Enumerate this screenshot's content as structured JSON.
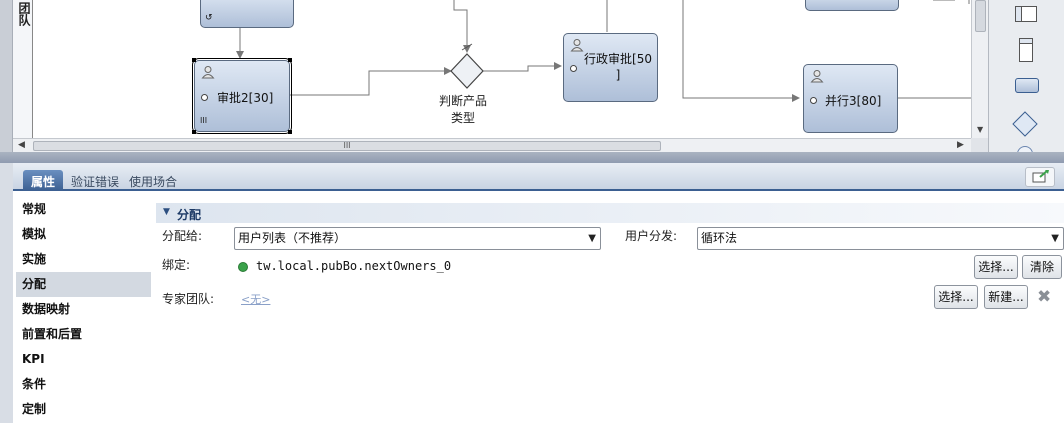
{
  "lane": {
    "title": "团队"
  },
  "diagram": {
    "task_approve2": "审批2[30]",
    "gateway_label": "判断产品\n类型",
    "task_admin": "行政审批[50\n]",
    "task_parallel3": "并行3[80]"
  },
  "scrollbar": {
    "grip": "III"
  },
  "tabs": {
    "properties": "属性",
    "validation": "验证错误",
    "usage": "使用场合"
  },
  "nav": [
    "常规",
    "模拟",
    "实施",
    "分配",
    "数据映射",
    "前置和后置",
    "KPI",
    "条件",
    "定制"
  ],
  "nav_selected": "分配",
  "section": {
    "title": "分配"
  },
  "assign": {
    "assign_to_label": "分配给:",
    "assign_to_value": "用户列表（不推荐）",
    "user_dist_label": "用户分发:",
    "user_dist_value": "循环法",
    "binding_label": "绑定:",
    "binding_value": "tw.local.pubBo.nextOwners_0",
    "select_btn": "选择...",
    "clear_btn": "清除",
    "expert_label": "专家团队:",
    "expert_value": "<无>",
    "expert_select_btn": "选择...",
    "expert_new_btn": "新建..."
  },
  "icons": {
    "dropdown": "▼",
    "remove": "✖",
    "section_toggle": "▼",
    "scroll_left": "◀",
    "scroll_right": "▶",
    "scroll_down": "▼"
  },
  "colors": {
    "accent": "#3b5f91",
    "binding_ok": "#3aa24a"
  }
}
